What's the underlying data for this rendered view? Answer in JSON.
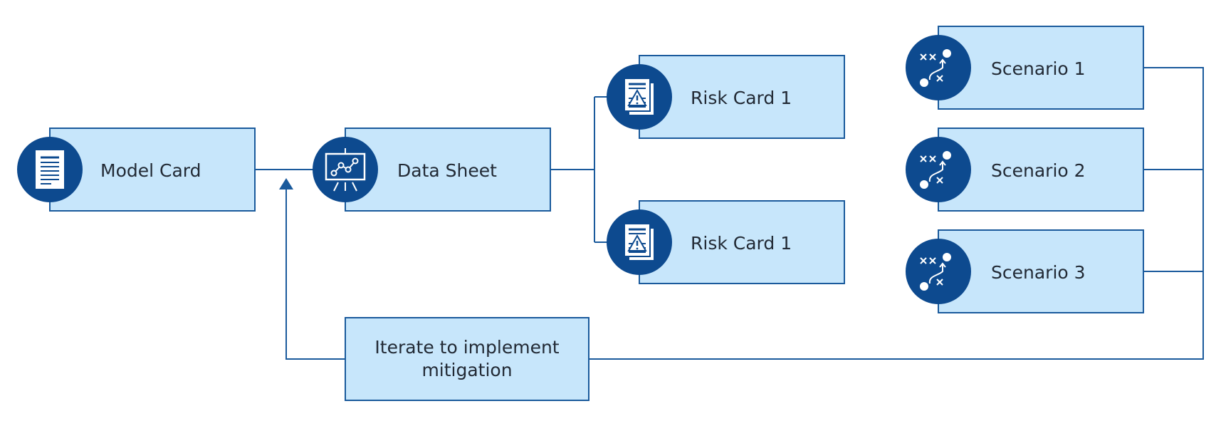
{
  "colors": {
    "box_fill": "#c7e6fb",
    "box_stroke": "#1a5a9c",
    "line": "#1a5a9c",
    "icon_circle": "#0d4a8f",
    "icon_white": "#ffffff",
    "text": "#222a35"
  },
  "nodes": {
    "model_card": {
      "label": "Model Card",
      "icon": "document-icon"
    },
    "data_sheet": {
      "label": "Data Sheet",
      "icon": "presentation-chart-icon"
    },
    "risk_card_top": {
      "label": "Risk Card 1",
      "icon": "warning-document-icon"
    },
    "risk_card_bottom": {
      "label": "Risk Card 1",
      "icon": "warning-document-icon"
    },
    "scenario_1": {
      "label": "Scenario 1",
      "icon": "strategy-play-icon"
    },
    "scenario_2": {
      "label": "Scenario 2",
      "icon": "strategy-play-icon"
    },
    "scenario_3": {
      "label": "Scenario 3",
      "icon": "strategy-play-icon"
    },
    "iterate": {
      "label_line1": "Iterate to implement",
      "label_line2": "mitigation"
    }
  }
}
